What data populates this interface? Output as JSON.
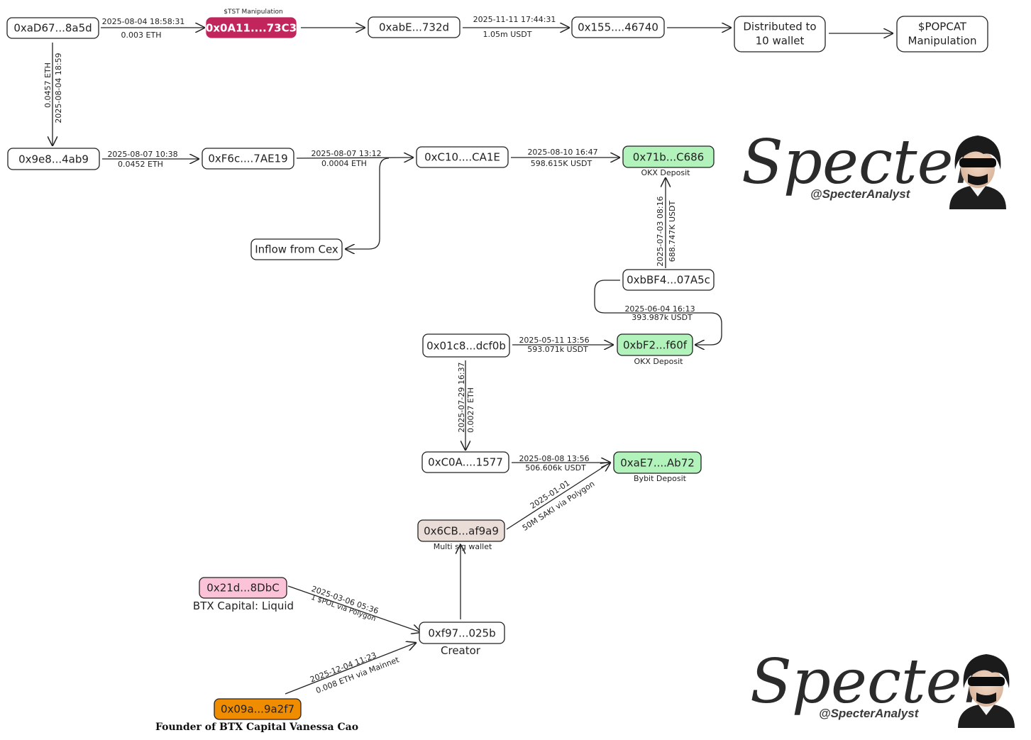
{
  "colors": {
    "manipulation": "#c2255c",
    "deposit": "#b2f2bb",
    "multisig": "#eaddd7",
    "btx": "#fcc2d7",
    "founder": "#f08c00"
  },
  "nodes": {
    "n1": "0xaD67...8a5d",
    "n2": "0x0A11....73C3",
    "n3": "0xabE...732d",
    "n4": "0x155....46740",
    "n5": "Distributed to\n10 wallet",
    "n6": "$POPCAT\nManipulation",
    "n7": "0x9e8...4ab9",
    "n8": "0xF6c....7AE19",
    "n9": "0xC10....CA1E",
    "n10": "0x71b...C686",
    "n11": "Inflow from Cex",
    "n12": "0xbBF4...07A5c",
    "n13": "0x01c8...dcf0b",
    "n14": "0xbF2...f60f",
    "n15": "0xC0A....1577",
    "n16": "0xaE7....Ab72",
    "n17": "0x6CB...af9a9",
    "n18": "0x21d...8DbC",
    "n19": "0xf97...025b",
    "n20": "0x09a...9a2f7"
  },
  "captions": {
    "tst": "$TST Manipulation",
    "okx1": "OKX Deposit",
    "okx2": "OKX Deposit",
    "bybit": "Bybit Deposit",
    "multisig": "Multi sig wallet",
    "btx": "BTX Capital: Liquid",
    "creator": "Creator",
    "founder": "Founder of BTX Capital Vanessa Cao"
  },
  "edges": {
    "e1": {
      "a": "2025-08-04 18:58:31",
      "b": "0.003 ETH"
    },
    "e3": {
      "a": "2025-11-11 17:44:31",
      "b": "1.05m USDT"
    },
    "e4": {
      "a": "0.0457 ETH",
      "b": "2025-08-04 18:59"
    },
    "e5": {
      "a": "2025-08-07 10:38",
      "b": "0.0452 ETH"
    },
    "e6": {
      "a": "2025-08-07 13:12",
      "b": "0.0004 ETH"
    },
    "e7": {
      "a": "2025-08-10 16:47",
      "b": "598.615K USDT"
    },
    "e8": {
      "a": "2025-07-03 08:16",
      "b": "688.747K USDT"
    },
    "e9": {
      "a": "2025-06-04 16:13",
      "b": "393.987k USDT"
    },
    "e10": {
      "a": "2025-05-11 13:56",
      "b": "593.071k USDT"
    },
    "e11": {
      "a": "2025-07-29 16:37",
      "b": "0.0027 ETH"
    },
    "e12": {
      "a": "2025-08-08 13:56",
      "b": "506.606k USDT"
    },
    "e13": {
      "a": "2025-01-01",
      "b": "50M SAKI via Polygon"
    },
    "e14": {
      "a": "2025-03-06 05:36",
      "b": "1 $POL via Polygon"
    },
    "e15": {
      "a": "2025-12-04 11:23",
      "b": "0.008 ETH via Mainnet"
    }
  },
  "watermark": {
    "script": "Specter",
    "handle": "@SpecterAnalyst"
  }
}
